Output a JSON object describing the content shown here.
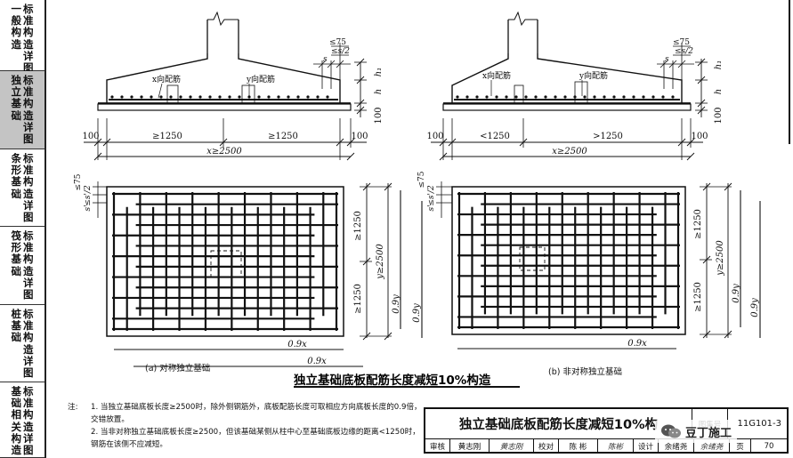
{
  "sidebar": {
    "items": [
      {
        "cols": [
          [
            "一",
            "般",
            "构",
            "造"
          ],
          [
            "标",
            "准",
            "构",
            "造",
            "详",
            "图"
          ]
        ],
        "active": false
      },
      {
        "cols": [
          [
            "独",
            "立",
            "基",
            "础"
          ],
          [
            "标",
            "准",
            "构",
            "造",
            "详",
            "图"
          ]
        ],
        "active": true
      },
      {
        "cols": [
          [
            "条",
            "形",
            "基",
            "础"
          ],
          [
            "标",
            "准",
            "构",
            "造",
            "详",
            "图"
          ]
        ],
        "active": false
      },
      {
        "cols": [
          [
            "筏",
            "形",
            "基",
            "础"
          ],
          [
            "标",
            "准",
            "构",
            "造",
            "详",
            "图"
          ]
        ],
        "active": false
      },
      {
        "cols": [
          [
            "桩",
            "基",
            "础"
          ],
          [
            "标",
            "准",
            "构",
            "造",
            "详",
            "图"
          ]
        ],
        "active": false
      },
      {
        "cols": [
          [
            "基",
            "础",
            "相",
            "关",
            "构",
            "造"
          ],
          [
            "标",
            "准",
            "构",
            "造",
            "详",
            "图"
          ]
        ],
        "active": false
      }
    ]
  },
  "drawing_a": {
    "caption": "(a)  对称独立基础",
    "x_rebar": "x向配筋",
    "y_rebar": "y向配筋",
    "dim_le75": "≤75",
    "dim_s2": "≤s/2",
    "dim_s": "s",
    "dim_h1": "h₁",
    "dim_h": "h",
    "dim_100": "100",
    "dim_left_half": "≥1250",
    "dim_right_half": "≥1250",
    "dim_total_x": "x≥2500",
    "dim_top_half": "≥1250",
    "dim_bottom_half": "≥1250",
    "dim_total_y": "y≥2500",
    "dim_09y": "0.9y",
    "dim_09y_b": "0.9y",
    "dim_09x": "0.9x",
    "dim_09x_b": "0.9x",
    "plan_le75": "≤75",
    "plan_s2": "≤s'/2",
    "plan_s": "s'"
  },
  "drawing_b": {
    "caption": "(b)  非对称独立基础",
    "x_rebar": "x向配筋",
    "y_rebar": "y向配筋",
    "dim_le75": "≤75",
    "dim_s2": "≤s/2",
    "dim_s": "s",
    "dim_h1": "h₁",
    "dim_h": "h",
    "dim_100": "100",
    "dim_left_half": "<1250",
    "dim_right_half": ">1250",
    "dim_total_x": "x≥2500",
    "dim_top_half": "≥1250",
    "dim_bottom_half": "≥1250",
    "dim_total_y": "y≥2500",
    "dim_09y": "0.9y",
    "dim_09y_b": "0.9y",
    "dim_09x": "0.9x",
    "plan_le75": "≤75",
    "plan_s2": "≤s'/2",
    "plan_s": "s'"
  },
  "main_title": "独立基础底板配筋长度减短10%构造",
  "notes": {
    "label": "注:",
    "items": [
      "1. 当独立基础底板长度≥2500时，除外侧钢筋外，底板配筋长度可取相应方向底板长度的0.9倍，交错放置。",
      "2. 当非对称独立基础底板长度≥2500，但该基础某侧从柱中心至基础底板边缘的距离<1250时，钢筋在该侧不应减短。"
    ]
  },
  "title_block": {
    "title": "独立基础底板配筋长度减短10%构",
    "code_label": "图集号",
    "code": "11G101-3",
    "row": [
      {
        "label": "审核",
        "name": "黄志刚",
        "sig": "黄志刚"
      },
      {
        "label": "校对",
        "name": "陈  彬",
        "sig": "陈彬"
      },
      {
        "label": "设计",
        "name": "余绪尧",
        "sig": "余绪尧"
      },
      {
        "label": "页",
        "name": "70"
      }
    ]
  },
  "watermark": {
    "text": "豆丁施工"
  }
}
